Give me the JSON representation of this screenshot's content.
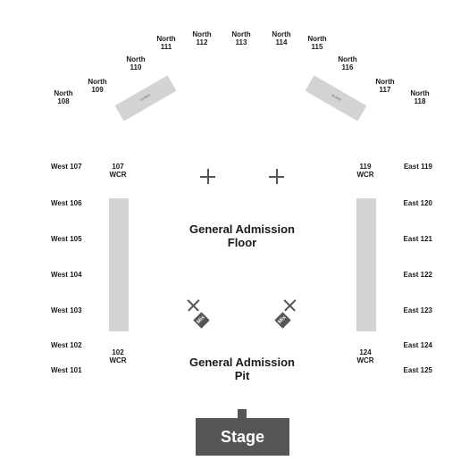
{
  "north_sections": [
    {
      "label": "North",
      "num": "108"
    },
    {
      "label": "North",
      "num": "109"
    },
    {
      "label": "North",
      "num": "110"
    },
    {
      "label": "North",
      "num": "111"
    },
    {
      "label": "North",
      "num": "112"
    },
    {
      "label": "North",
      "num": "113"
    },
    {
      "label": "North",
      "num": "114"
    },
    {
      "label": "North",
      "num": "115"
    },
    {
      "label": "North",
      "num": "116"
    },
    {
      "label": "North",
      "num": "117"
    },
    {
      "label": "North",
      "num": "118"
    }
  ],
  "west_sections": [
    "West 107",
    "West 106",
    "West 105",
    "West 104",
    "West 103",
    "West 102",
    "West 101"
  ],
  "east_sections": [
    "East 119",
    "East 120",
    "East 121",
    "East 122",
    "East 123",
    "East 124",
    "East 125"
  ],
  "wcr": {
    "w107": {
      "num": "107",
      "tag": "WCR"
    },
    "w102": {
      "num": "102",
      "tag": "WCR"
    },
    "e119": {
      "num": "119",
      "tag": "WCR"
    },
    "e124": {
      "num": "124",
      "tag": "WCR"
    }
  },
  "ramps": {
    "left": "1/2 WCR",
    "right": "1/2 WCR"
  },
  "zones": {
    "floor": {
      "line1": "General Admission",
      "line2": "Floor"
    },
    "pit": {
      "line1": "General Admission",
      "line2": "Pit"
    }
  },
  "mix_left": "Mix",
  "mix_right": "Mix",
  "stage": "Stage",
  "colors": {
    "platform": "#d3d3d3",
    "stage": "#555555",
    "text": "#1a1a1a"
  }
}
